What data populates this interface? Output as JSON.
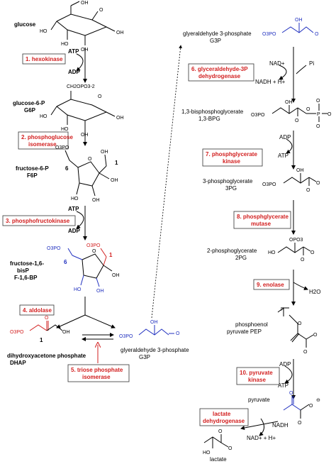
{
  "left": {
    "glucose": "glucose",
    "step1": {
      "enzyme": "1. hexokinase",
      "in": "ATP",
      "out": "ADP"
    },
    "g6p": {
      "name": "glucose-6-P",
      "abbr": "G6P",
      "group": "CH2OPO3-2"
    },
    "step2": {
      "enzyme_l1": "2. phosphoglucose",
      "enzyme_l2": "isomerase"
    },
    "f6p": {
      "name": "fructose-6-P",
      "abbr": "F6P",
      "c6": "6",
      "c1": "1"
    },
    "step3": {
      "enzyme": "3. phosphofructokinase",
      "in": "ATP",
      "out": "ADP"
    },
    "f16bp": {
      "name_l1": "fructose-1,6-",
      "name_l2": "bisP",
      "abbr": "F-1,6-BP",
      "c6": "6",
      "c1": "1"
    },
    "step4": {
      "enzyme": "4. aldolase"
    },
    "dhap": {
      "name": "dihydroxyacetone phosphate",
      "abbr": "DHAP",
      "c1": "1"
    },
    "g3p_bottom": {
      "name": "glyeraldehyde 3-phosphate",
      "abbr": "G3P"
    },
    "step5": {
      "enzyme_l1": "5. triose phosphate",
      "enzyme_l2": "isomerase"
    }
  },
  "right": {
    "g3p": {
      "name": "glyeraldehyde 3-phosphate",
      "abbr": "G3P"
    },
    "step6": {
      "enzyme_l1": "6. glyceraldehyde-3P",
      "enzyme_l2": "dehydrogenase",
      "in1": "NAD+",
      "in2": "Pi",
      "out": "NADH + H+"
    },
    "bpg": {
      "name": "1,3-bisphosphoglycerate",
      "abbr": "1,3-BPG"
    },
    "step7": {
      "enzyme_l1": "7. phosphglycerate",
      "enzyme_l2": "kinase",
      "in": "ADP",
      "out": "ATP"
    },
    "pg3": {
      "name": "3-phosphoglycerate",
      "abbr": "3PG"
    },
    "step8": {
      "enzyme_l1": "8. phosphglycerate",
      "enzyme_l2": "mutase"
    },
    "pg2": {
      "name": "2-phosphoglycerate",
      "abbr": "2PG"
    },
    "step9": {
      "enzyme": "9. enolase",
      "out": "H2O"
    },
    "pep": {
      "name_l1": "phosphoenol",
      "name_l2": "pyruvate PEP"
    },
    "step10": {
      "enzyme_l1": "10. pyruvate",
      "enzyme_l2": "kinase",
      "in": "ADP",
      "out": "ATP"
    },
    "pyruvate": {
      "name": "pyruvate"
    },
    "step11": {
      "enzyme_l1": "lactate",
      "enzyme_l2": "dehydrogenase",
      "in": "NADH",
      "out": "NAD+ + H+"
    },
    "lactate": {
      "name": "lactate"
    }
  },
  "chem": {
    "oh": "OH",
    "ho": "HO",
    "o": "O",
    "p": "P",
    "opo3": "OPO3",
    "o3po": "O3PO",
    "minus": "-",
    "minus2": "-2",
    "oneminus": "⊖"
  },
  "colors": {
    "enzyme": "#d21f1f",
    "blue": "#1f2fbf",
    "black": "#000000"
  }
}
